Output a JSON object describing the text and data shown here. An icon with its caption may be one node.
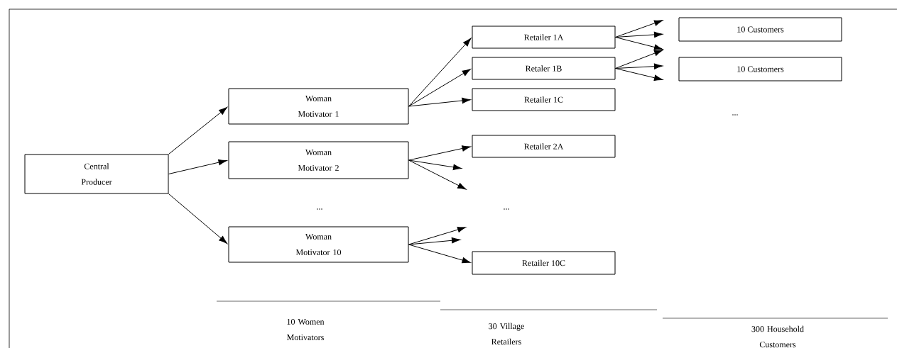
{
  "diagram": {
    "nodes": [
      {
        "text": [
          "Central Producer"
        ]
      },
      {
        "text": [
          "Woman Motivator 1"
        ]
      },
      {
        "text": [
          "Woman Motivator 2"
        ]
      },
      {
        "text": [
          "Woman Motivator 10"
        ]
      },
      {
        "text": [
          "Retailer 1A"
        ]
      },
      {
        "text": [
          "Retaler 1B"
        ]
      },
      {
        "text": [
          "Retailer 1C"
        ]
      },
      {
        "text": [
          "Retailer 2A"
        ]
      },
      {
        "text": [
          "Retailer 10C"
        ]
      },
      {
        "text": [
          "10 Customers"
        ]
      },
      {
        "text": [
          "10 Customers"
        ]
      }
    ],
    "edges": [
      {
        "from": 0,
        "to": 1,
        "arrow": "to"
      },
      {
        "from": 0,
        "to": 2,
        "arrow": "to"
      },
      {
        "from": 0,
        "to": 3,
        "arrow": "to"
      },
      {
        "from": 1,
        "to": 4,
        "arrow": "to"
      },
      {
        "from": 1,
        "to": 5,
        "arrow": "to"
      },
      {
        "from": 1,
        "to": 6,
        "arrow": "to"
      },
      {
        "from": 2,
        "to": 7,
        "arrow": "to"
      },
      {
        "from": 2,
        "to": null,
        "arrow": "to"
      },
      {
        "from": 2,
        "to": null,
        "arrow": "to"
      },
      {
        "from": 3,
        "to": null,
        "arrow": "to"
      },
      {
        "from": 3,
        "to": null,
        "arrow": "to"
      },
      {
        "from": 3,
        "to": 8,
        "arrow": "to"
      },
      {
        "from": 4,
        "to": null,
        "arrow": "to"
      },
      {
        "from": 4,
        "to": null,
        "arrow": "to"
      },
      {
        "from": 4,
        "to": null,
        "arrow": "to"
      },
      {
        "from": 5,
        "to": null,
        "arrow": "to"
      },
      {
        "from": 5,
        "to": null,
        "arrow": "to"
      },
      {
        "from": 5,
        "to": null,
        "arrow": "to"
      }
    ],
    "labels": [
      "...",
      "...",
      "...",
      "10 Women Motivators",
      "30 Village Retailers",
      "300 Household Customers"
    ]
  }
}
